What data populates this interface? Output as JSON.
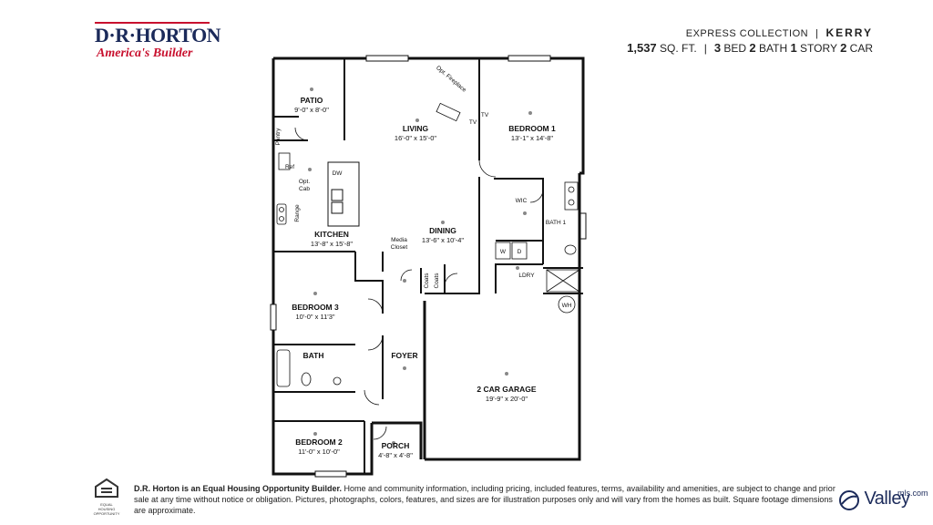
{
  "brand": {
    "name": "D·R·HORTON",
    "tagline": "America's Builder"
  },
  "header": {
    "collection": "EXPRESS COLLECTION",
    "model": "KERRY",
    "sqft_value": "1,537",
    "sqft_unit": "SQ. FT.",
    "beds_value": "3",
    "beds_unit": "BED",
    "baths_value": "2",
    "baths_unit": "BATH",
    "stories_value": "1",
    "stories_unit": "STORY",
    "garage_value": "2",
    "garage_unit": "CAR"
  },
  "rooms": {
    "patio": {
      "name": "PATIO",
      "dim": "9'-0\" x 8'-0\""
    },
    "living": {
      "name": "LIVING",
      "dim": "16'-0\" x 15'-0\""
    },
    "bedroom1": {
      "name": "BEDROOM 1",
      "dim": "13'-1\" x 14'-8\""
    },
    "kitchen": {
      "name": "KITCHEN",
      "dim": "13'-8\" x 15'-8\""
    },
    "dining": {
      "name": "DINING",
      "dim": "13'-6\" x 10'-4\""
    },
    "bedroom3": {
      "name": "BEDROOM 3",
      "dim": "10'-0\" x 11'3\""
    },
    "bath": {
      "name": "BATH"
    },
    "foyer": {
      "name": "FOYER"
    },
    "garage": {
      "name": "2 CAR GARAGE",
      "dim": "19'-9\" x 20'-0\""
    },
    "bedroom2": {
      "name": "BEDROOM 2",
      "dim": "11'-0\" x 10'-0\""
    },
    "porch": {
      "name": "PORCH",
      "dim": "4'-8\" x 4'-8\""
    },
    "wic": {
      "name": "WIC"
    },
    "bath1": {
      "name": "BATH 1"
    },
    "laundry": {
      "name": "LDRY"
    }
  },
  "labels": {
    "pantry": "Pantry",
    "ref": "Ref",
    "dw": "DW",
    "opt": "Opt.",
    "cab": "Cab",
    "range": "Range",
    "media": "Media",
    "closet": "Closet",
    "fireplace_opt": "Opt. Fireplace",
    "tv": "TV",
    "coats": "Coats",
    "washer": "W",
    "dryer": "D",
    "water_heater": "WH"
  },
  "footer": {
    "lead": "D.R. Horton is an Equal Housing Opportunity Builder.",
    "body": "Home and community information, including pricing, included features, terms, availability and amenities, are subject to change and prior sale at any time without notice or obligation. Pictures, photographs, colors, features, and sizes are for illustration purposes only and will vary from the homes as built. Square footage dimensions are approximate.",
    "ehl_label": "EQUAL HOUSING OPPORTUNITY"
  },
  "watermark": {
    "word": "Valley",
    "suffix": "mls.com"
  }
}
